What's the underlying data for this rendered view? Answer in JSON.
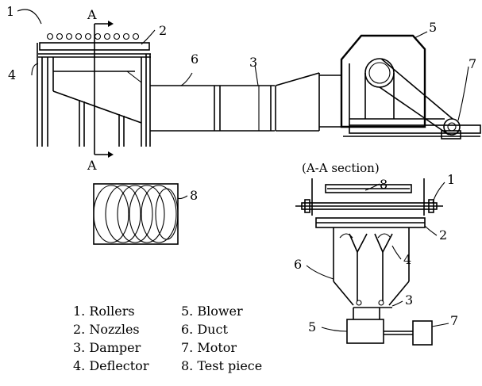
{
  "numbers": {
    "n1": "1",
    "n2": "2",
    "n3": "3",
    "n4": "4",
    "n5": "5",
    "n6": "6",
    "n7": "7",
    "n8": "8"
  },
  "section_markers": {
    "top": "A",
    "bottom": "A"
  },
  "section_title": "(A-A section)",
  "legend": {
    "left": [
      "1. Rollers",
      "2. Nozzles",
      "3. Damper",
      "4. Deflector"
    ],
    "right": [
      "5. Blower",
      "6. Duct",
      "7. Motor",
      "8. Test piece"
    ]
  }
}
